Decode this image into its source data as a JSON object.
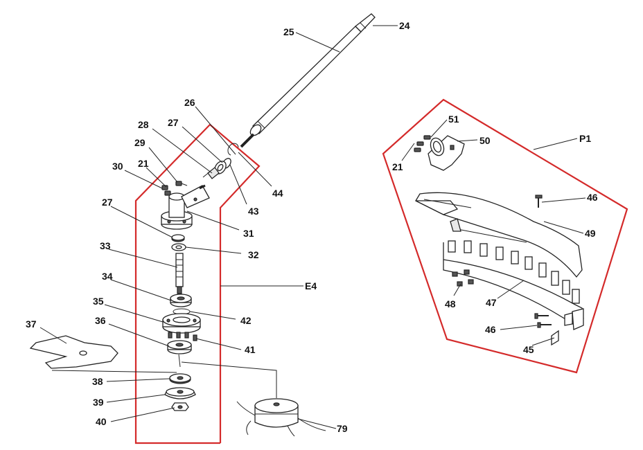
{
  "colors": {
    "outline_red": "#d42a2a",
    "line": "#222222",
    "background": "#ffffff"
  },
  "groups": {
    "gearbox_group": "E4",
    "guard_group": "P1"
  },
  "labels": {
    "l24": "24",
    "l25": "25",
    "l26": "26",
    "l27a": "27",
    "l28": "28",
    "l29": "29",
    "l21a": "21",
    "l30": "30",
    "l27b": "27",
    "l31": "31",
    "l32": "32",
    "l33": "33",
    "l34": "34",
    "l35": "35",
    "l36": "36",
    "l37": "37",
    "l38": "38",
    "l39": "39",
    "l40": "40",
    "l41": "41",
    "l42": "42",
    "l43": "43",
    "l44": "44",
    "l79": "79",
    "l51": "51",
    "l50": "50",
    "l21b": "21",
    "l46a": "46",
    "l49": "49",
    "l48": "48",
    "l47": "47",
    "l46b": "46",
    "l45": "45"
  }
}
